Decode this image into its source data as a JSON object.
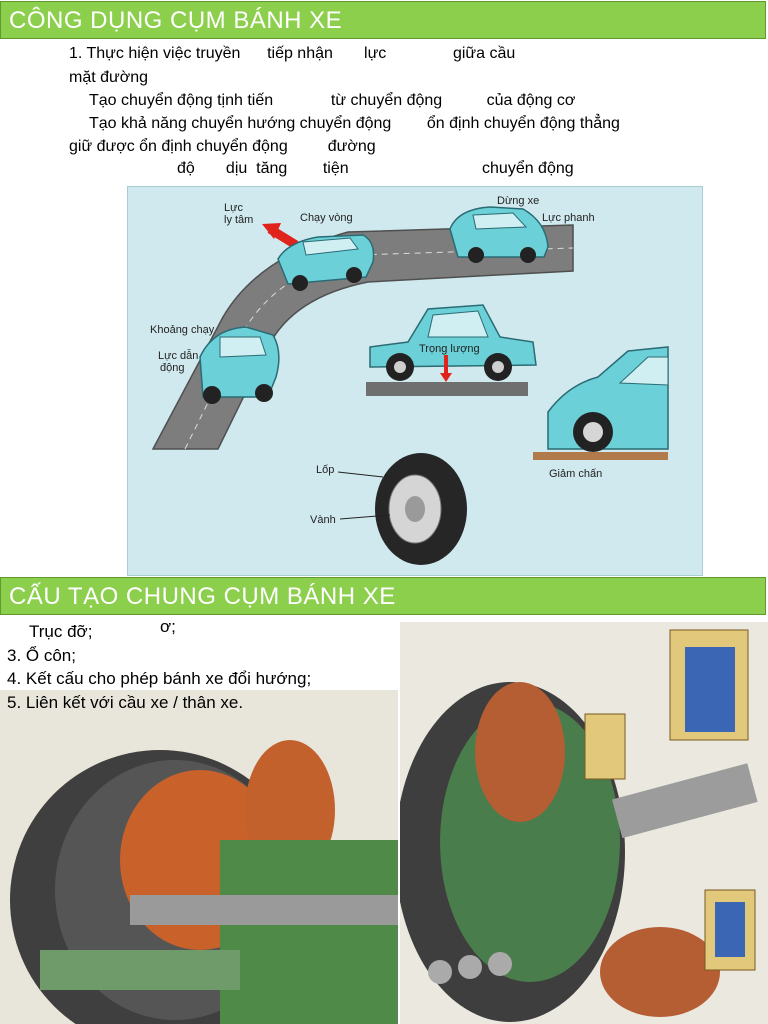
{
  "section1": {
    "title": "CÔNG DỤNG CỤM BÁNH XE",
    "lines": [
      "1. Thực hiện việc truyền      tiếp nhận       lực               giữa cầu",
      "mặt đường",
      "Tạo chuyển động tịnh tiến             từ chuyển động          của động cơ",
      "Tạo khả năng chuyển hướng chuyển động        ổn định chuyển động thẳng",
      "giữ được ổn định chuyển động         đường",
      "độ       dịu  tăng        tiện                              chuyển động"
    ],
    "illustration_labels": {
      "luc_ly_tam": "Lực ly tâm",
      "chay_vong": "Chạy vòng",
      "dung_xe": "Dừng xe",
      "luc_phanh": "Lực phanh",
      "khoang_chay": "Khoảng chạy",
      "luc_dan_dong": "Lực dẫn động",
      "trong_luong": "Trọng lượng",
      "lop": "Lốp",
      "vanh": "Vành",
      "giam_chan": "Giảm chấn"
    }
  },
  "section2": {
    "title": "CẤU TẠO CHUNG CỤM BÁNH XE",
    "fragment": "ơ;",
    "items": [
      "Trục đỡ;",
      "3. Ổ côn;",
      "4. Kết cấu cho phép bánh xe đổi hướng;",
      "5. Liên kết với cầu xe / thân xe."
    ]
  }
}
